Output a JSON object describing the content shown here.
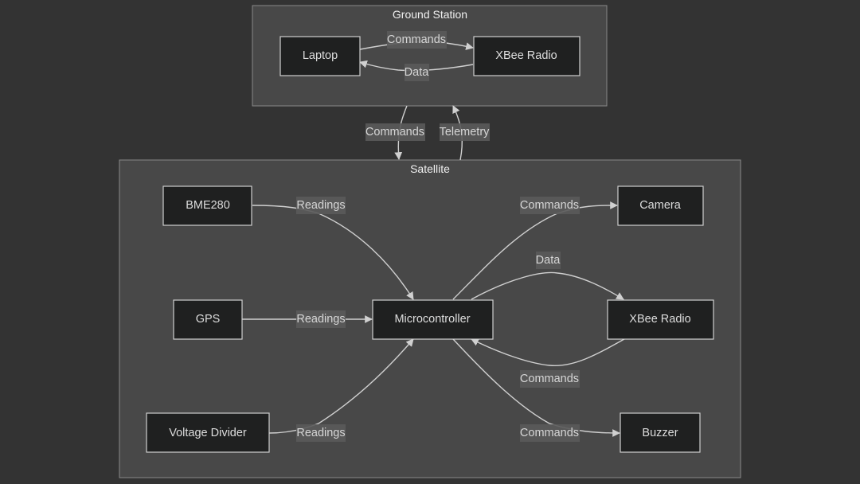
{
  "clusters": {
    "ground": {
      "title": "Ground Station"
    },
    "satellite": {
      "title": "Satellite"
    }
  },
  "nodes": {
    "laptop": "Laptop",
    "gs_xbee": "XBee Radio",
    "bme280": "BME280",
    "gps": "GPS",
    "voltage_divider": "Voltage Divider",
    "microcontroller": "Microcontroller",
    "camera": "Camera",
    "sat_xbee": "XBee Radio",
    "buzzer": "Buzzer"
  },
  "edges": {
    "laptop_to_gs_xbee": "Commands",
    "gs_xbee_to_laptop": "Data",
    "ground_to_satellite": "Commands",
    "satellite_to_ground": "Telemetry",
    "bme280_to_mcu": "Readings",
    "gps_to_mcu": "Readings",
    "vdiv_to_mcu": "Readings",
    "mcu_to_camera": "Commands",
    "mcu_to_sat_xbee": "Data",
    "sat_xbee_to_mcu": "Commands",
    "mcu_to_buzzer": "Commands"
  },
  "colors": {
    "background": "#333333",
    "cluster_fill": "#484848",
    "node_fill": "#1f2020",
    "node_border": "#cfcfcf",
    "edge": "#d0d0d0",
    "label_bg": "#5a5a5a"
  }
}
